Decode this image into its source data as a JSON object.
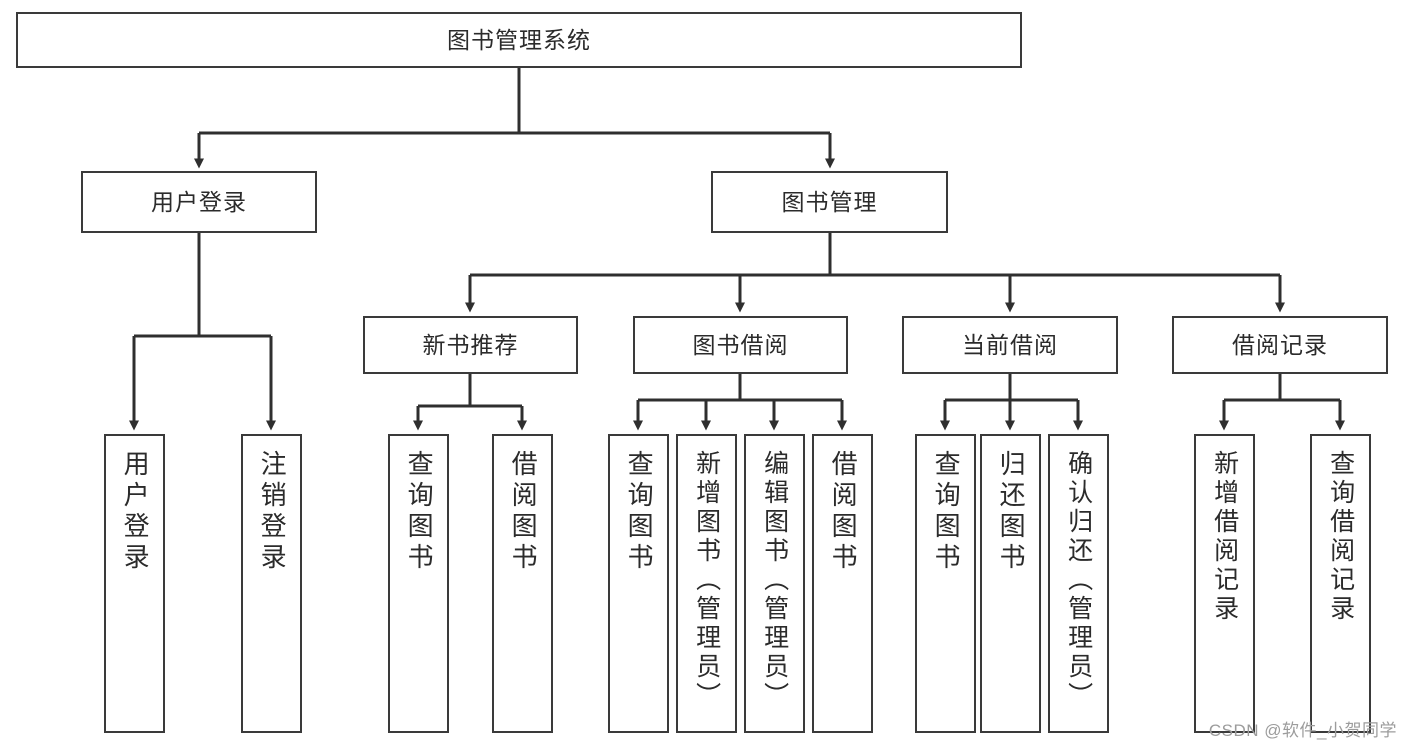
{
  "diagram": {
    "title": "图书管理系统",
    "style": {
      "box_border": "#3a3a3a",
      "box_fill": "#ffffff",
      "line": "#2f2f2f",
      "text": "#2b2b2b",
      "background": "#ffffff"
    },
    "root": {
      "label": "图书管理系统"
    },
    "level2": [
      {
        "label": "用户登录"
      },
      {
        "label": "图书管理"
      }
    ],
    "level3": [
      {
        "label": "新书推荐"
      },
      {
        "label": "图书借阅"
      },
      {
        "label": "当前借阅"
      },
      {
        "label": "借阅记录"
      }
    ],
    "leaves": {
      "user_login": [
        {
          "label": "用户登录"
        },
        {
          "label": "注销登录"
        }
      ],
      "new_book_recommend": [
        {
          "label": "查询图书"
        },
        {
          "label": "借阅图书"
        }
      ],
      "book_borrow": [
        {
          "label": "查询图书"
        },
        {
          "label": "新增图书（管理员）"
        },
        {
          "label": "编辑图书（管理员）"
        },
        {
          "label": "借阅图书"
        }
      ],
      "current_borrow": [
        {
          "label": "查询图书"
        },
        {
          "label": "归还图书"
        },
        {
          "label": "确认归还（管理员）"
        }
      ],
      "borrow_record": [
        {
          "label": "新增借阅记录"
        },
        {
          "label": "查询借阅记录"
        }
      ]
    }
  },
  "watermark": {
    "text": "CSDN @软件_小贺同学"
  }
}
